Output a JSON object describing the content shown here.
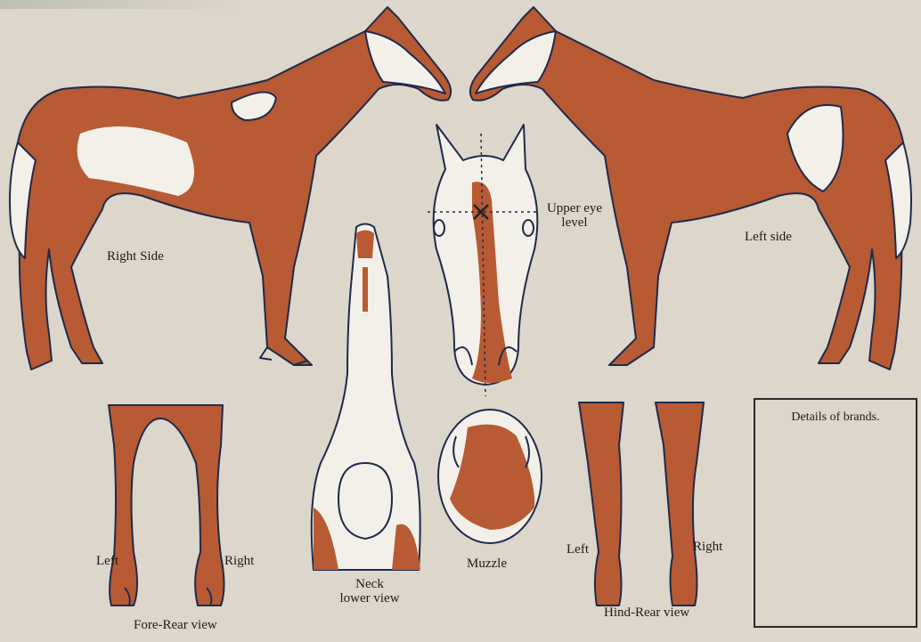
{
  "labels": {
    "right_side": "Right Side",
    "left_side": "Left side",
    "upper_eye_level_1": "Upper eye",
    "upper_eye_level_2": "level",
    "fore_left": "Left",
    "fore_right": "Right",
    "fore_rear_view": "Fore-Rear view",
    "neck_1": "Neck",
    "neck_2": "lower view",
    "muzzle": "Muzzle",
    "hind_left": "Left",
    "hind_right": "Right",
    "hind_rear_view": "Hind-Rear view",
    "brands_title": "Details of brands."
  },
  "colors": {
    "paper": "#dcd6cb",
    "marking": "#b85a33",
    "outline": "#1f2a4a"
  }
}
